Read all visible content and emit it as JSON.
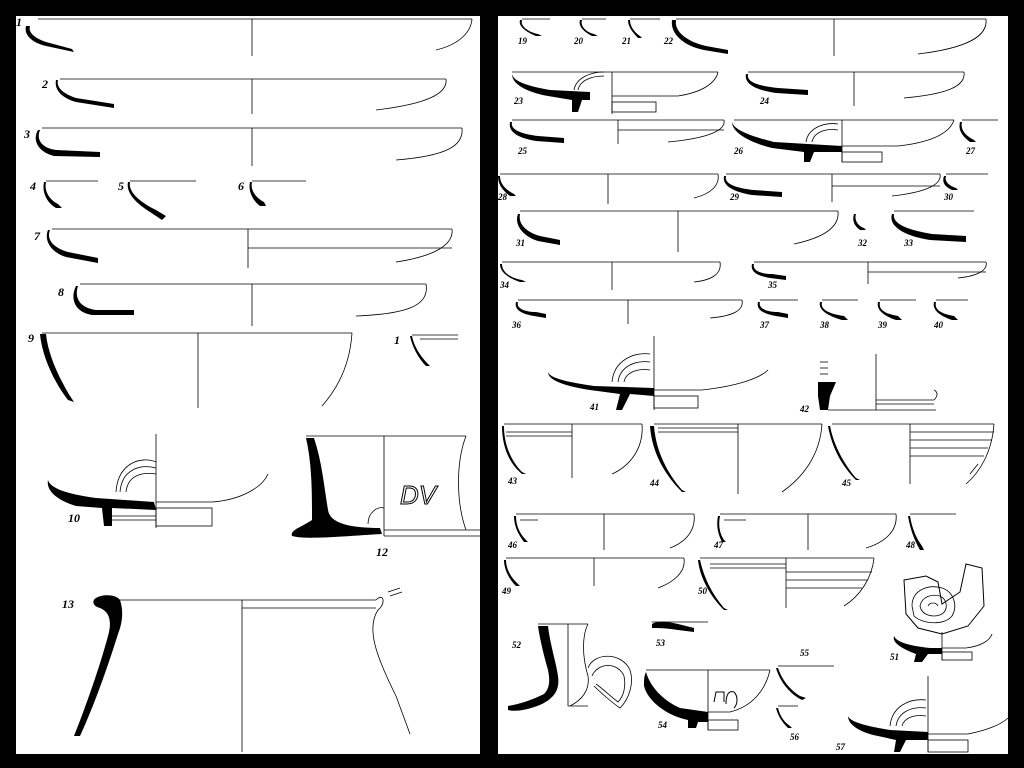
{
  "plates": {
    "left": {
      "figure_numbers": [
        "1",
        "2",
        "3",
        "4",
        "5",
        "6",
        "7",
        "8",
        "9",
        "1",
        "10",
        "12",
        "13"
      ],
      "inscription": "DV"
    },
    "right": {
      "figure_numbers": [
        "19",
        "20",
        "21",
        "22",
        "23",
        "24",
        "25",
        "26",
        "27",
        "28",
        "29",
        "30",
        "31",
        "32",
        "33",
        "34",
        "35",
        "36",
        "37",
        "38",
        "39",
        "40",
        "41",
        "42",
        "43",
        "44",
        "45",
        "46",
        "47",
        "48",
        "49",
        "50",
        "51",
        "52",
        "53",
        "54",
        "55",
        "56",
        "57"
      ]
    }
  },
  "colors": {
    "background": "#000000",
    "plate": "#ffffff",
    "ink": "#000000"
  }
}
